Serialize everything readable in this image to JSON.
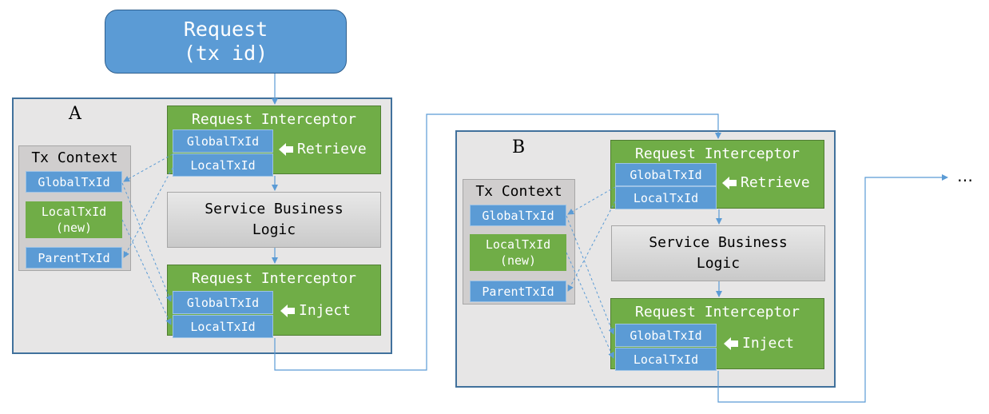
{
  "request": {
    "line1": "Request",
    "line2": "(tx id)"
  },
  "services": [
    {
      "label": "A",
      "context": {
        "title": "Tx Context",
        "global": "GlobalTxId",
        "local_line1": "LocalTxId",
        "local_line2": "(new)",
        "parent": "ParentTxId"
      },
      "retrieve_interceptor": {
        "title": "Request Interceptor",
        "global": "GlobalTxId",
        "local": "LocalTxId",
        "action": "Retrieve"
      },
      "logic": {
        "line1": "Service Business",
        "line2": "Logic"
      },
      "inject_interceptor": {
        "title": "Request Interceptor",
        "global": "GlobalTxId",
        "local": "LocalTxId",
        "action": "Inject"
      }
    },
    {
      "label": "B",
      "context": {
        "title": "Tx Context",
        "global": "GlobalTxId",
        "local_line1": "LocalTxId",
        "local_line2": "(new)",
        "parent": "ParentTxId"
      },
      "retrieve_interceptor": {
        "title": "Request Interceptor",
        "global": "GlobalTxId",
        "local": "LocalTxId",
        "action": "Retrieve"
      },
      "logic": {
        "line1": "Service Business",
        "line2": "Logic"
      },
      "inject_interceptor": {
        "title": "Request Interceptor",
        "global": "GlobalTxId",
        "local": "LocalTxId",
        "action": "Inject"
      }
    }
  ],
  "continuation": "…",
  "colors": {
    "blue": "#5b9bd5",
    "green": "#70ad47",
    "panel": "#e7e6e6",
    "border": "#41719c"
  }
}
